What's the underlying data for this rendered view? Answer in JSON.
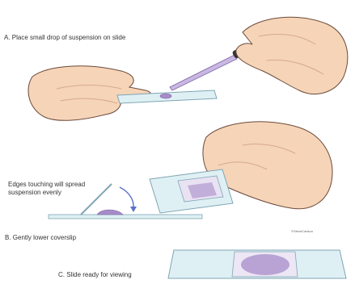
{
  "labels": {
    "step_a": "A. Place small drop of suspension on slide",
    "edges_note": "Edges touching will spread suspension evenly",
    "step_b": "B. Gently lower coverslip",
    "step_c": "C. Slide ready for viewing",
    "credit": "©SteveCarlson"
  },
  "colors": {
    "skin": "#f5d4b8",
    "skin_shadow": "#d7a98a",
    "outline": "#6b4a3a",
    "slide": "#dff0f5",
    "slide_edge": "#7fa5b3",
    "stain": "#a78cc8",
    "pipette_bulb": "#333333"
  }
}
